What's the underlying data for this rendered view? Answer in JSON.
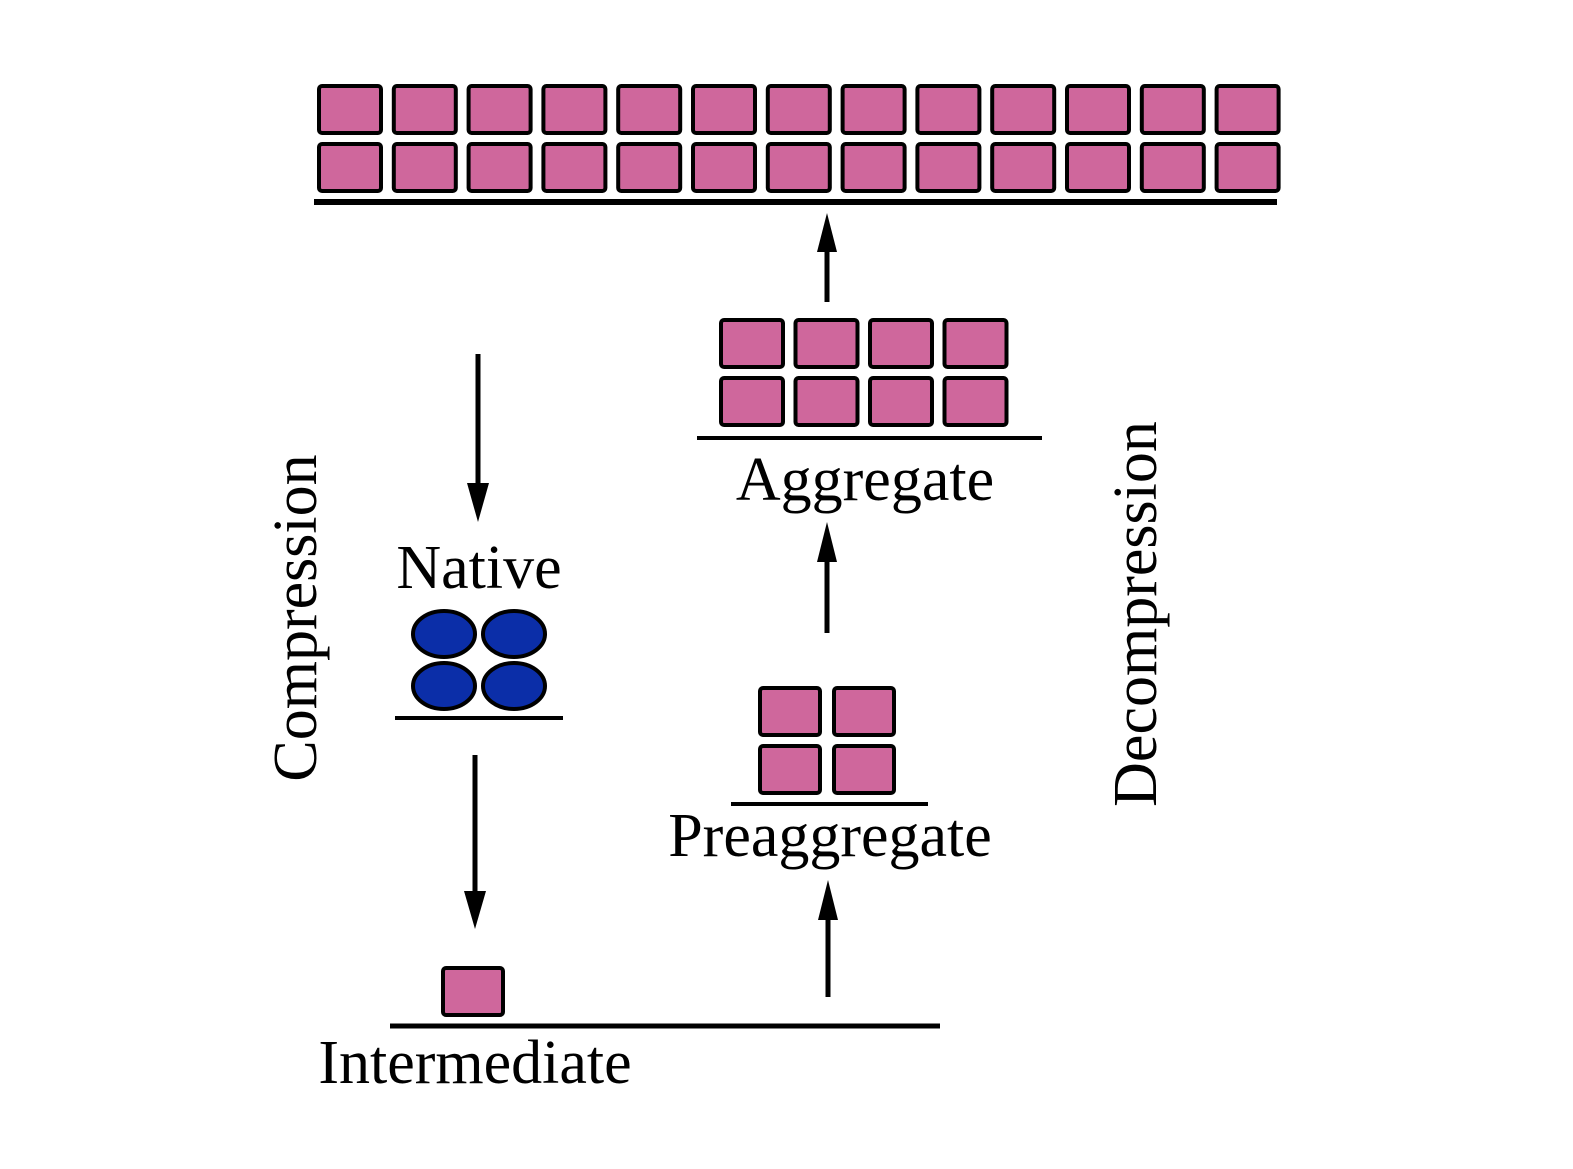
{
  "colors": {
    "block_fill": "#cf679c",
    "circle_fill": "#0b2ea8",
    "stroke": "#000000",
    "background": "#ffffff"
  },
  "labels": {
    "native": "Native",
    "intermediate": "Intermediate",
    "preaggregate": "Preaggregate",
    "aggregate": "Aggregate",
    "compression": "Compression",
    "decompression": "Decompression"
  },
  "stages": {
    "full": {
      "rows": 2,
      "cols": 13,
      "shape": "block"
    },
    "aggregate": {
      "rows": 2,
      "cols": 4,
      "shape": "block"
    },
    "preaggregate": {
      "rows": 2,
      "cols": 2,
      "shape": "block"
    },
    "intermediate": {
      "rows": 1,
      "cols": 1,
      "shape": "block"
    },
    "native": {
      "rows": 2,
      "cols": 2,
      "shape": "circle"
    }
  }
}
